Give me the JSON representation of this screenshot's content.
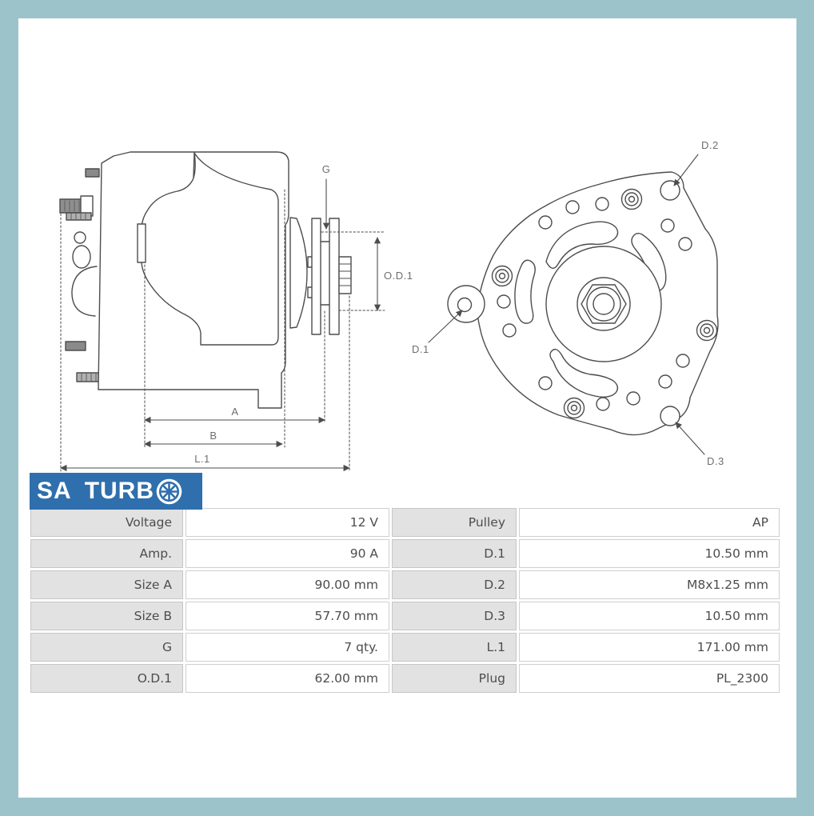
{
  "frame": {
    "border_color": "#9dc3ca"
  },
  "logo": {
    "part1": "SA",
    "part2": "TURB",
    "fan_icon": "turbo-fan-icon",
    "bg_color": "#2f6fad"
  },
  "diagram": {
    "side_view": {
      "g_label": "G",
      "od1_label": "O.D.1",
      "a_label": "A",
      "b_label": "B",
      "l1_label": "L.1"
    },
    "front_view": {
      "d1_label": "D.1",
      "d2_label": "D.2",
      "d3_label": "D.3"
    }
  },
  "specs": {
    "rows": [
      {
        "l1": "Voltage",
        "v1": "12 V",
        "l2": "Pulley",
        "v2": "AP"
      },
      {
        "l1": "Amp.",
        "v1": "90 A",
        "l2": "D.1",
        "v2": "10.50 mm"
      },
      {
        "l1": "Size A",
        "v1": "90.00 mm",
        "l2": "D.2",
        "v2": "M8x1.25 mm"
      },
      {
        "l1": "Size B",
        "v1": "57.70 mm",
        "l2": "D.3",
        "v2": "10.50 mm"
      },
      {
        "l1": "G",
        "v1": "7 qty.",
        "l2": "L.1",
        "v2": "171.00 mm"
      },
      {
        "l1": "O.D.1",
        "v1": "62.00 mm",
        "l2": "Plug",
        "v2": "PL_2300"
      }
    ]
  }
}
